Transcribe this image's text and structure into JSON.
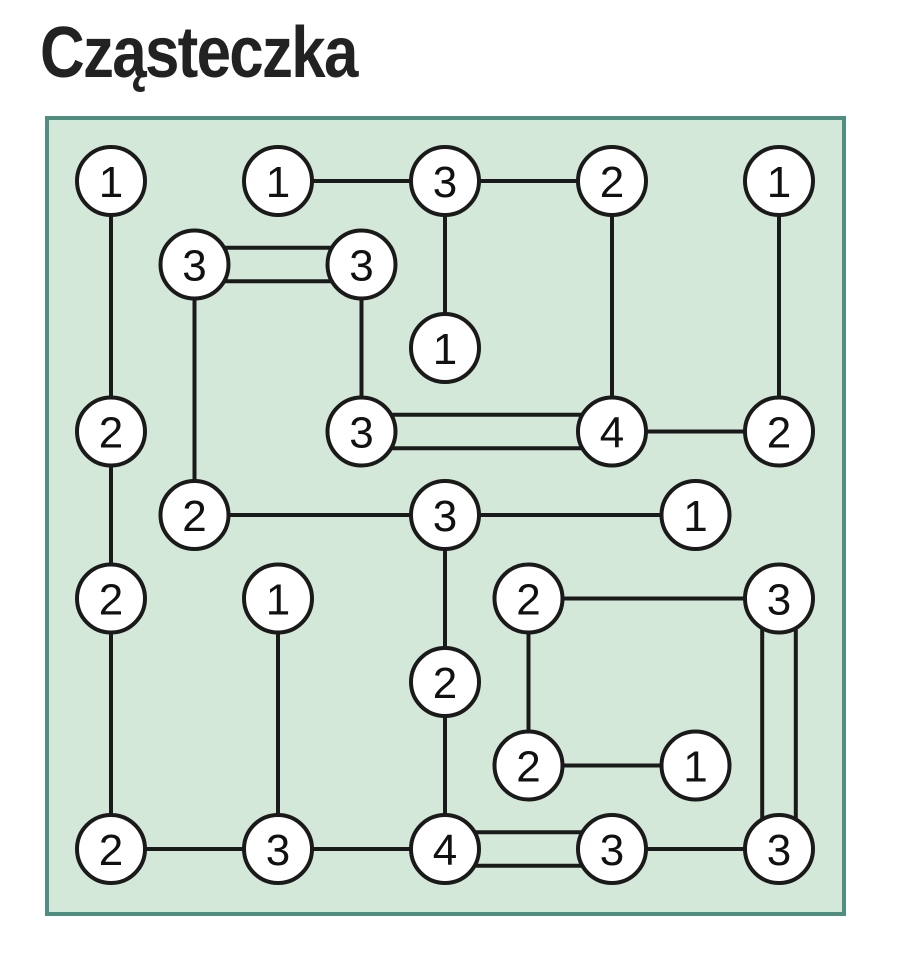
{
  "title": "Cząsteczka",
  "colors": {
    "board_fill": "#d3e8d8",
    "board_border": "#4f8e80",
    "line": "#1a1a1a",
    "node_fill": "#ffffff"
  },
  "puzzle": {
    "grid_size": 9,
    "islands": [
      {
        "row": 0,
        "col": 0,
        "value": "1"
      },
      {
        "row": 0,
        "col": 2,
        "value": "1"
      },
      {
        "row": 0,
        "col": 4,
        "value": "3"
      },
      {
        "row": 0,
        "col": 6,
        "value": "2"
      },
      {
        "row": 0,
        "col": 8,
        "value": "1"
      },
      {
        "row": 1,
        "col": 1,
        "value": "3"
      },
      {
        "row": 1,
        "col": 3,
        "value": "3"
      },
      {
        "row": 2,
        "col": 4,
        "value": "1"
      },
      {
        "row": 3,
        "col": 0,
        "value": "2"
      },
      {
        "row": 3,
        "col": 3,
        "value": "3"
      },
      {
        "row": 3,
        "col": 6,
        "value": "4"
      },
      {
        "row": 3,
        "col": 8,
        "value": "2"
      },
      {
        "row": 4,
        "col": 1,
        "value": "2"
      },
      {
        "row": 4,
        "col": 4,
        "value": "3"
      },
      {
        "row": 4,
        "col": 7,
        "value": "1"
      },
      {
        "row": 5,
        "col": 0,
        "value": "2"
      },
      {
        "row": 5,
        "col": 2,
        "value": "1"
      },
      {
        "row": 5,
        "col": 5,
        "value": "2"
      },
      {
        "row": 5,
        "col": 8,
        "value": "3"
      },
      {
        "row": 6,
        "col": 4,
        "value": "2"
      },
      {
        "row": 7,
        "col": 5,
        "value": "2"
      },
      {
        "row": 7,
        "col": 7,
        "value": "1"
      },
      {
        "row": 8,
        "col": 0,
        "value": "2"
      },
      {
        "row": 8,
        "col": 2,
        "value": "3"
      },
      {
        "row": 8,
        "col": 4,
        "value": "4"
      },
      {
        "row": 8,
        "col": 6,
        "value": "3"
      },
      {
        "row": 8,
        "col": 8,
        "value": "3"
      }
    ],
    "bridges": [
      {
        "from": [
          0,
          2
        ],
        "to": [
          0,
          4
        ],
        "count": 1
      },
      {
        "from": [
          0,
          4
        ],
        "to": [
          0,
          6
        ],
        "count": 1
      },
      {
        "from": [
          0,
          4
        ],
        "to": [
          2,
          4
        ],
        "count": 1
      },
      {
        "from": [
          0,
          6
        ],
        "to": [
          3,
          6
        ],
        "count": 1
      },
      {
        "from": [
          0,
          0
        ],
        "to": [
          3,
          0
        ],
        "count": 1
      },
      {
        "from": [
          0,
          8
        ],
        "to": [
          3,
          8
        ],
        "count": 1
      },
      {
        "from": [
          1,
          1
        ],
        "to": [
          1,
          3
        ],
        "count": 2
      },
      {
        "from": [
          1,
          1
        ],
        "to": [
          4,
          1
        ],
        "count": 1
      },
      {
        "from": [
          1,
          3
        ],
        "to": [
          3,
          3
        ],
        "count": 1
      },
      {
        "from": [
          3,
          3
        ],
        "to": [
          3,
          6
        ],
        "count": 2
      },
      {
        "from": [
          3,
          6
        ],
        "to": [
          3,
          8
        ],
        "count": 1
      },
      {
        "from": [
          3,
          0
        ],
        "to": [
          5,
          0
        ],
        "count": 1
      },
      {
        "from": [
          4,
          1
        ],
        "to": [
          4,
          4
        ],
        "count": 1
      },
      {
        "from": [
          4,
          4
        ],
        "to": [
          4,
          7
        ],
        "count": 1
      },
      {
        "from": [
          4,
          4
        ],
        "to": [
          6,
          4
        ],
        "count": 1
      },
      {
        "from": [
          5,
          0
        ],
        "to": [
          8,
          0
        ],
        "count": 1
      },
      {
        "from": [
          5,
          2
        ],
        "to": [
          8,
          2
        ],
        "count": 1
      },
      {
        "from": [
          5,
          5
        ],
        "to": [
          5,
          8
        ],
        "count": 1
      },
      {
        "from": [
          5,
          5
        ],
        "to": [
          7,
          5
        ],
        "count": 1
      },
      {
        "from": [
          5,
          8
        ],
        "to": [
          8,
          8
        ],
        "count": 2
      },
      {
        "from": [
          6,
          4
        ],
        "to": [
          8,
          4
        ],
        "count": 1
      },
      {
        "from": [
          7,
          5
        ],
        "to": [
          7,
          7
        ],
        "count": 1
      },
      {
        "from": [
          8,
          0
        ],
        "to": [
          8,
          2
        ],
        "count": 1
      },
      {
        "from": [
          8,
          2
        ],
        "to": [
          8,
          4
        ],
        "count": 1
      },
      {
        "from": [
          8,
          4
        ],
        "to": [
          8,
          6
        ],
        "count": 2
      },
      {
        "from": [
          8,
          6
        ],
        "to": [
          8,
          8
        ],
        "count": 1
      }
    ]
  }
}
